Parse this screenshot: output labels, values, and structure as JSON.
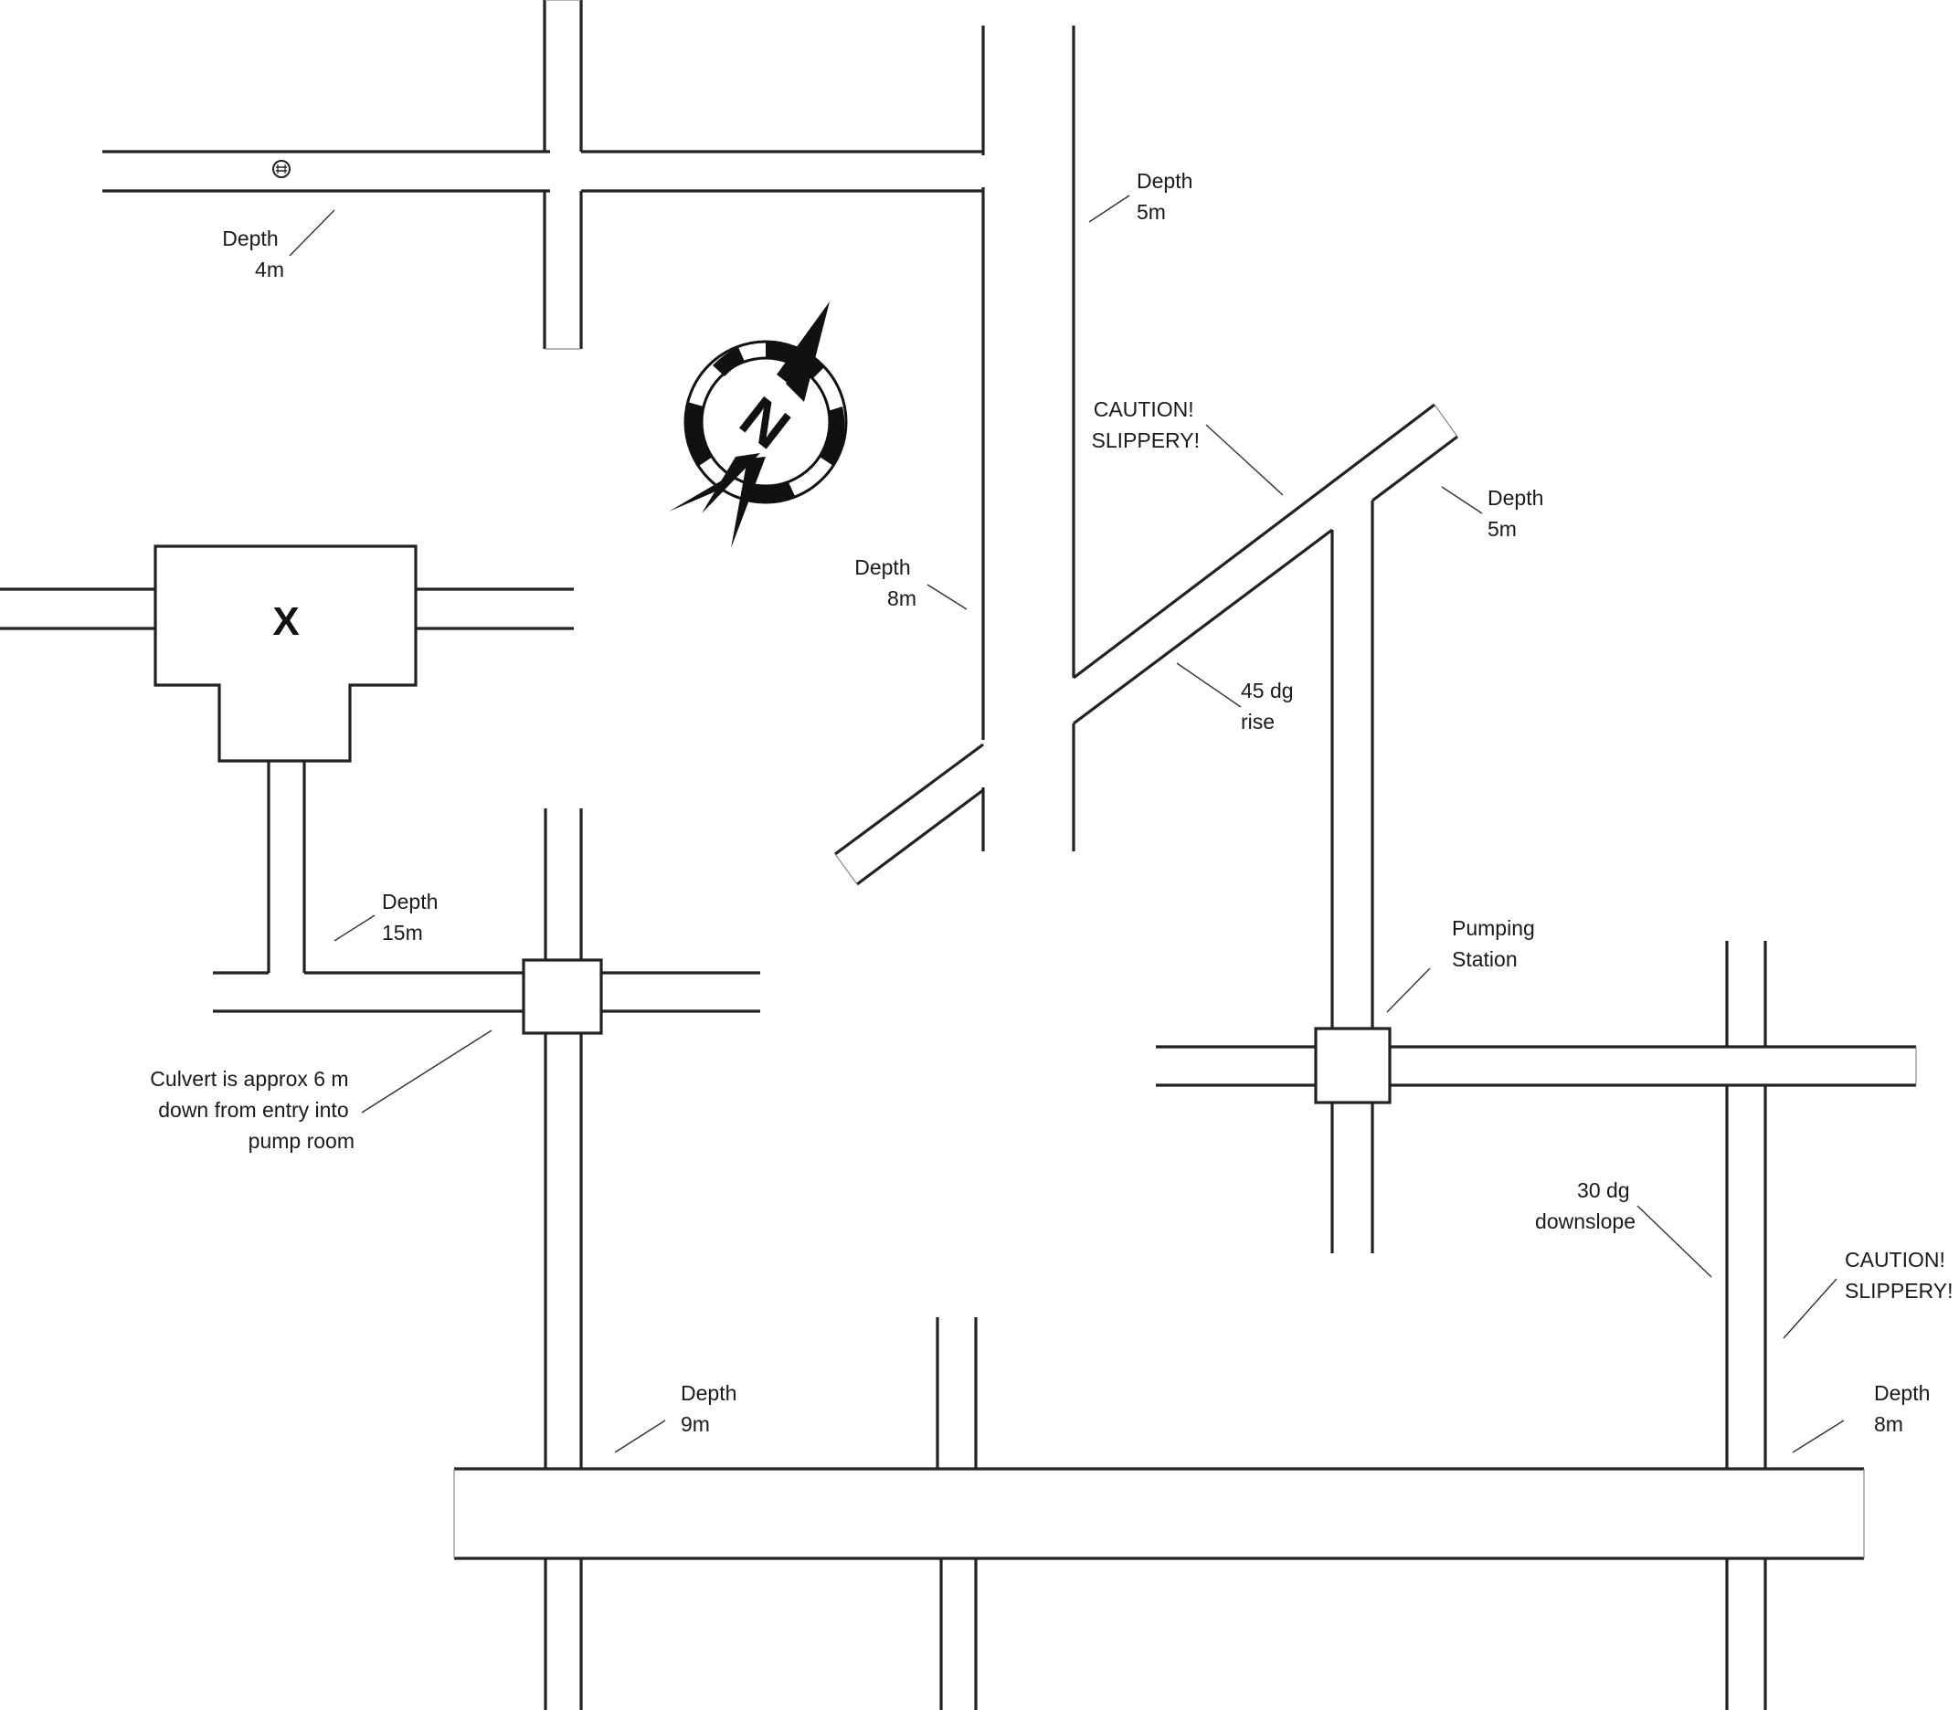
{
  "map": {
    "target_mark": "X",
    "compass_letter": "N",
    "manhole_symbol": "manhole-icon",
    "labels": {
      "depth_4m": [
        "Depth",
        "4m"
      ],
      "depth_5m_north": [
        "Depth",
        "5m"
      ],
      "caution_upper": [
        "CAUTION!",
        "SLIPPERY!"
      ],
      "depth_5m_east": [
        "Depth",
        "5m"
      ],
      "depth_8m_central": [
        "Depth",
        "8m"
      ],
      "rise_45": [
        "45 dg",
        "rise"
      ],
      "depth_15m": [
        "Depth",
        "15m"
      ],
      "culvert_note": [
        "Culvert is approx 6 m",
        "down from entry into",
        "pump room"
      ],
      "pumping_station": [
        "Pumping",
        "Station"
      ],
      "downslope_30": [
        "30 dg",
        "downslope"
      ],
      "caution_lower": [
        "CAUTION!",
        "SLIPPERY!"
      ],
      "depth_9m": [
        "Depth",
        "9m"
      ],
      "depth_8m_south": [
        "Depth",
        "8m"
      ]
    }
  }
}
